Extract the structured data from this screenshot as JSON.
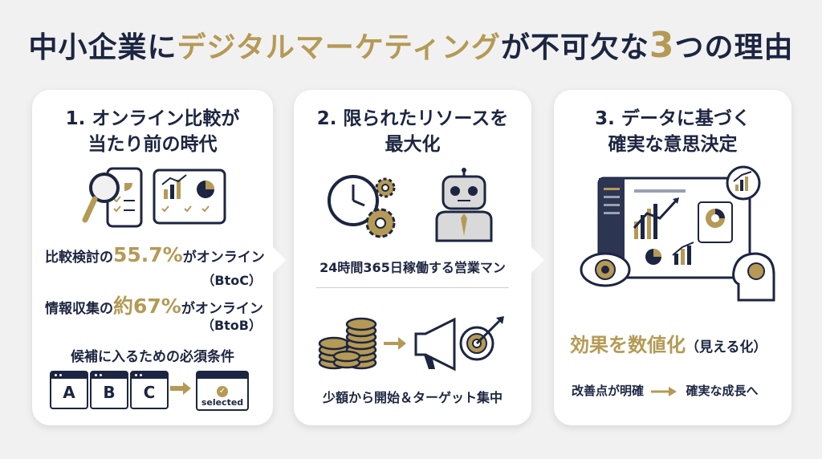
{
  "title": {
    "part1": "中小企業に",
    "part2": "デジタルマーケティング",
    "part3": "が不可欠な",
    "part4": "3",
    "part5": "つの理由"
  },
  "cards": [
    {
      "title_line1": "1. オンライン比較が",
      "title_line2": "当たり前の時代",
      "stat1_prefix": "比較検討の",
      "stat1_value": "55.7%",
      "stat1_suffix": "がオンライン",
      "stat1_note": "（BtoC）",
      "stat2_prefix": "情報収集の",
      "stat2_value": "約67%",
      "stat2_suffix": "がオンライン",
      "stat2_note": "（BtoB）",
      "requirement": "候補に入るための必須条件",
      "options": [
        "A",
        "B",
        "C"
      ],
      "selected_label": "selected"
    },
    {
      "title_line1": "2. 限られたリソースを",
      "title_line2": "最大化",
      "caption1": "24時間365日稼働する営業マン",
      "caption2": "少額から開始＆ターゲット集中"
    },
    {
      "title_line1": "3. データに基づく",
      "title_line2": "確実な意思決定",
      "headline": "効果を数値化",
      "headline_note": "（見える化）",
      "flow_from": "改善点が明確",
      "flow_to": "確実な成長へ"
    }
  ],
  "colors": {
    "navy": "#1c2541",
    "gold": "#b59a55",
    "background": "#f1f1f1"
  }
}
